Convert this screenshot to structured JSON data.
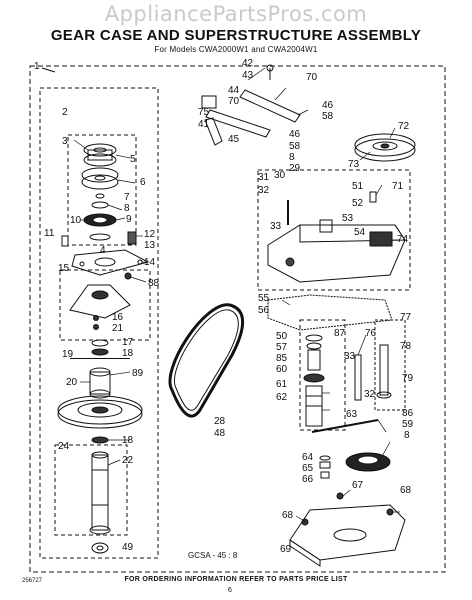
{
  "watermark": "AppliancePartsPros.com",
  "title": "GEAR CASE AND SUPERSTRUCTURE ASSEMBLY",
  "subtitle": "For Models CWA2000W1 and CWA2004W1",
  "footer": "FOR ORDERING INFORMATION REFER TO PARTS PRICE LIST",
  "page_number": "6",
  "doc_number": "256727",
  "stamp": "GCSA - 45 : 8",
  "callouts": [
    {
      "id": "c1",
      "text": "1"
    },
    {
      "id": "c42",
      "text": "42"
    },
    {
      "id": "c43",
      "text": "43"
    },
    {
      "id": "c70a",
      "text": "70"
    },
    {
      "id": "c44",
      "text": "44"
    },
    {
      "id": "c70b",
      "text": "70"
    },
    {
      "id": "c46a",
      "text": "46"
    },
    {
      "id": "c58a",
      "text": "58"
    },
    {
      "id": "c75",
      "text": "75"
    },
    {
      "id": "c41",
      "text": "41"
    },
    {
      "id": "c46b",
      "text": "46"
    },
    {
      "id": "c58b",
      "text": "58"
    },
    {
      "id": "c45",
      "text": "45"
    },
    {
      "id": "c8a",
      "text": "8"
    },
    {
      "id": "c29",
      "text": "29"
    },
    {
      "id": "c72",
      "text": "72"
    },
    {
      "id": "c73",
      "text": "73"
    },
    {
      "id": "c2",
      "text": "2"
    },
    {
      "id": "c3",
      "text": "3"
    },
    {
      "id": "c5",
      "text": "5"
    },
    {
      "id": "c6",
      "text": "6"
    },
    {
      "id": "c7",
      "text": "7"
    },
    {
      "id": "c8b",
      "text": "8"
    },
    {
      "id": "c9",
      "text": "9"
    },
    {
      "id": "c10",
      "text": "10"
    },
    {
      "id": "c11",
      "text": "11"
    },
    {
      "id": "c12",
      "text": "12"
    },
    {
      "id": "c13",
      "text": "13"
    },
    {
      "id": "c4",
      "text": "4"
    },
    {
      "id": "c14",
      "text": "14"
    },
    {
      "id": "c15",
      "text": "15"
    },
    {
      "id": "c88",
      "text": "88"
    },
    {
      "id": "c16",
      "text": "16"
    },
    {
      "id": "c21",
      "text": "21"
    },
    {
      "id": "c17",
      "text": "17"
    },
    {
      "id": "c18a",
      "text": "18"
    },
    {
      "id": "c19",
      "text": "19"
    },
    {
      "id": "c20",
      "text": "20"
    },
    {
      "id": "c89",
      "text": "89"
    },
    {
      "id": "c18b",
      "text": "18"
    },
    {
      "id": "c24",
      "text": "24"
    },
    {
      "id": "c22",
      "text": "22"
    },
    {
      "id": "c49",
      "text": "49"
    },
    {
      "id": "c31",
      "text": "31"
    },
    {
      "id": "c30",
      "text": "30"
    },
    {
      "id": "c32a",
      "text": "32"
    },
    {
      "id": "c33a",
      "text": "33"
    },
    {
      "id": "c51",
      "text": "51"
    },
    {
      "id": "c71",
      "text": "71"
    },
    {
      "id": "c52",
      "text": "52"
    },
    {
      "id": "c53",
      "text": "53"
    },
    {
      "id": "c54",
      "text": "54"
    },
    {
      "id": "c74",
      "text": "74"
    },
    {
      "id": "c55",
      "text": "55"
    },
    {
      "id": "c56",
      "text": "56"
    },
    {
      "id": "c50",
      "text": "50"
    },
    {
      "id": "c57",
      "text": "57"
    },
    {
      "id": "c85",
      "text": "85"
    },
    {
      "id": "c60",
      "text": "60"
    },
    {
      "id": "c61",
      "text": "61"
    },
    {
      "id": "c62",
      "text": "62"
    },
    {
      "id": "c87",
      "text": "87"
    },
    {
      "id": "c76",
      "text": "76"
    },
    {
      "id": "c77",
      "text": "77"
    },
    {
      "id": "c78",
      "text": "78"
    },
    {
      "id": "c33b",
      "text": "33"
    },
    {
      "id": "c79",
      "text": "79"
    },
    {
      "id": "c32b",
      "text": "32"
    },
    {
      "id": "c63",
      "text": "63"
    },
    {
      "id": "c86",
      "text": "86"
    },
    {
      "id": "c59",
      "text": "59"
    },
    {
      "id": "c8c",
      "text": "8"
    },
    {
      "id": "c28",
      "text": "28"
    },
    {
      "id": "c48",
      "text": "48"
    },
    {
      "id": "c64",
      "text": "64"
    },
    {
      "id": "c65",
      "text": "65"
    },
    {
      "id": "c66",
      "text": "66"
    },
    {
      "id": "c67",
      "text": "67"
    },
    {
      "id": "c68a",
      "text": "68"
    },
    {
      "id": "c68b",
      "text": "68"
    },
    {
      "id": "c69",
      "text": "69"
    }
  ]
}
